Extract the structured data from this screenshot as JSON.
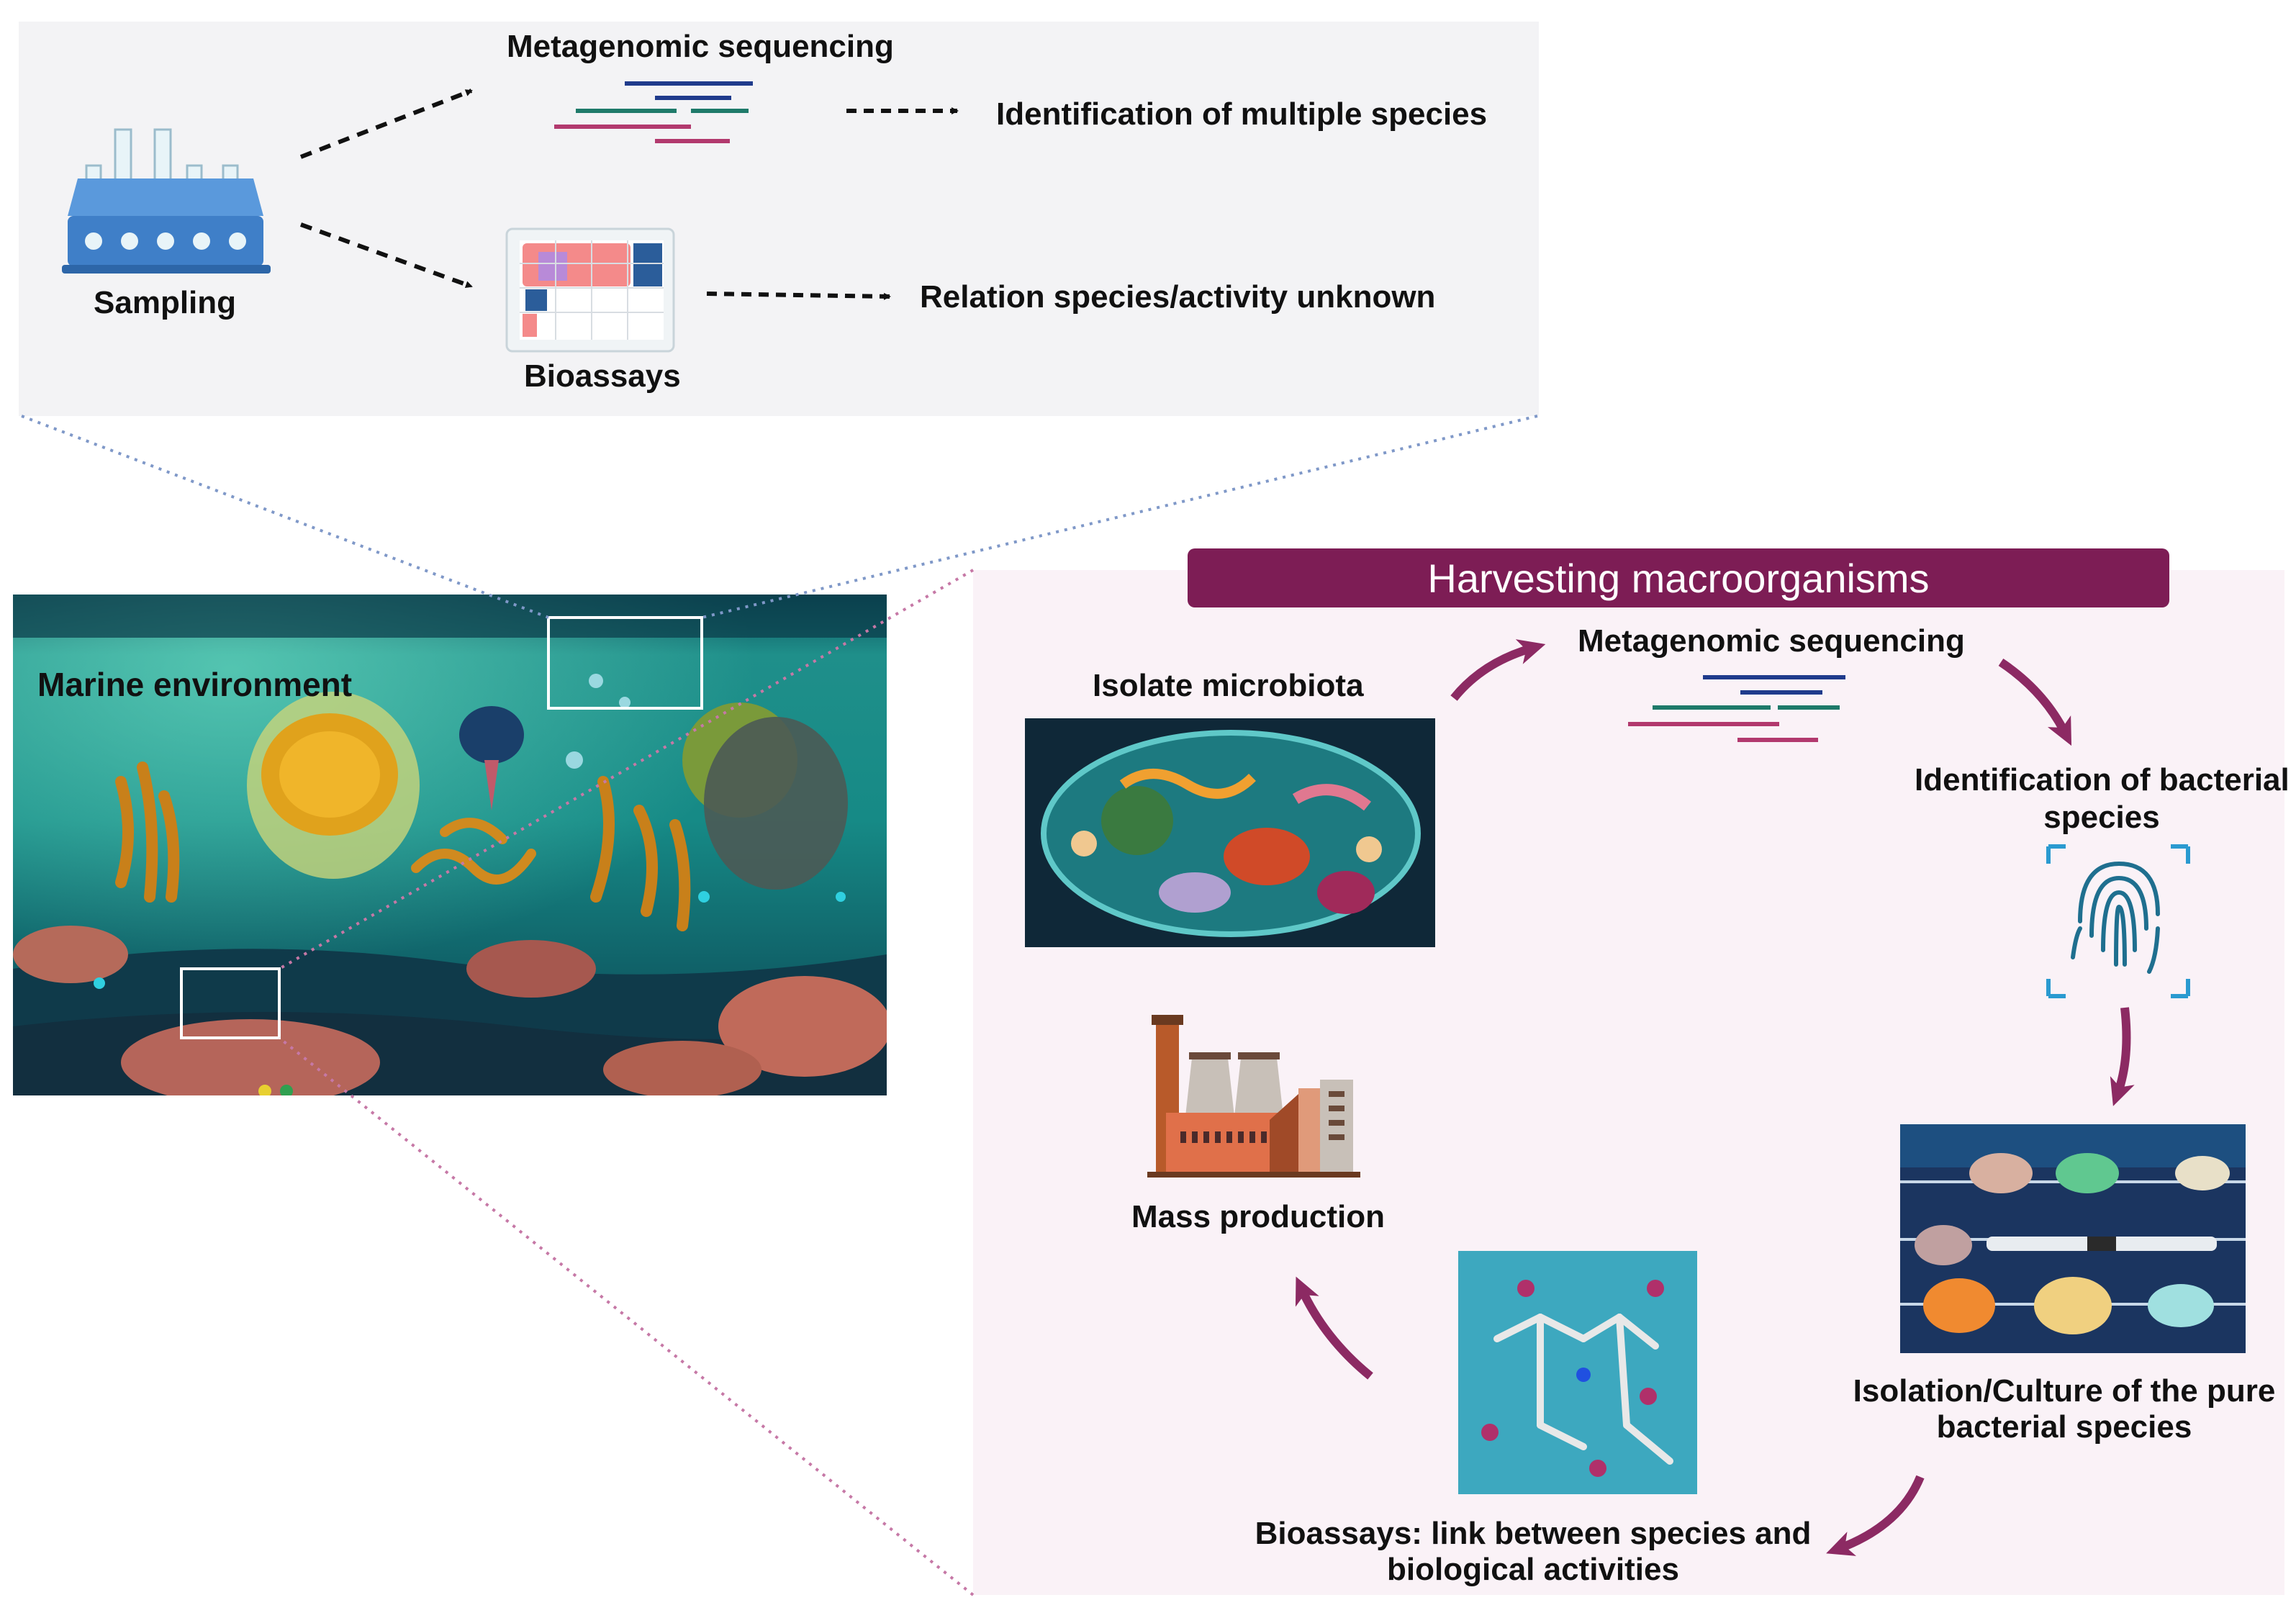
{
  "top_panel": {
    "sampling": "Sampling",
    "metagenomic_sequencing": "Metagenomic sequencing",
    "identification_multiple": "Identification of multiple species",
    "bioassays": "Bioassays",
    "relation_unknown": "Relation species/activity unknown"
  },
  "marine": {
    "label": "Marine environment"
  },
  "harvesting": {
    "title": "Harvesting macroorganisms",
    "isolate_microbiota": "Isolate microbiota",
    "metagenomic_sequencing": "Metagenomic sequencing",
    "identification_line1": "Identification of bacterial",
    "identification_line2": "species",
    "isolation_line1": "Isolation/Culture of the pure",
    "isolation_line2": "bacterial species",
    "bioassays_line1": "Bioassays: link between species and",
    "bioassays_line2": "biological activities",
    "mass_production": "Mass production"
  },
  "colors": {
    "maroon": "#7d1d55",
    "seq_blue": "#1f3b8c",
    "seq_teal": "#1e7a6a",
    "seq_pink": "#b2396e",
    "connector_blue": "#7f98c8",
    "connector_pink": "#c678a6",
    "rack_blue": "#3f7fc8",
    "fingerprint": "#1f6f8f",
    "frame": "#2a9ad0"
  }
}
